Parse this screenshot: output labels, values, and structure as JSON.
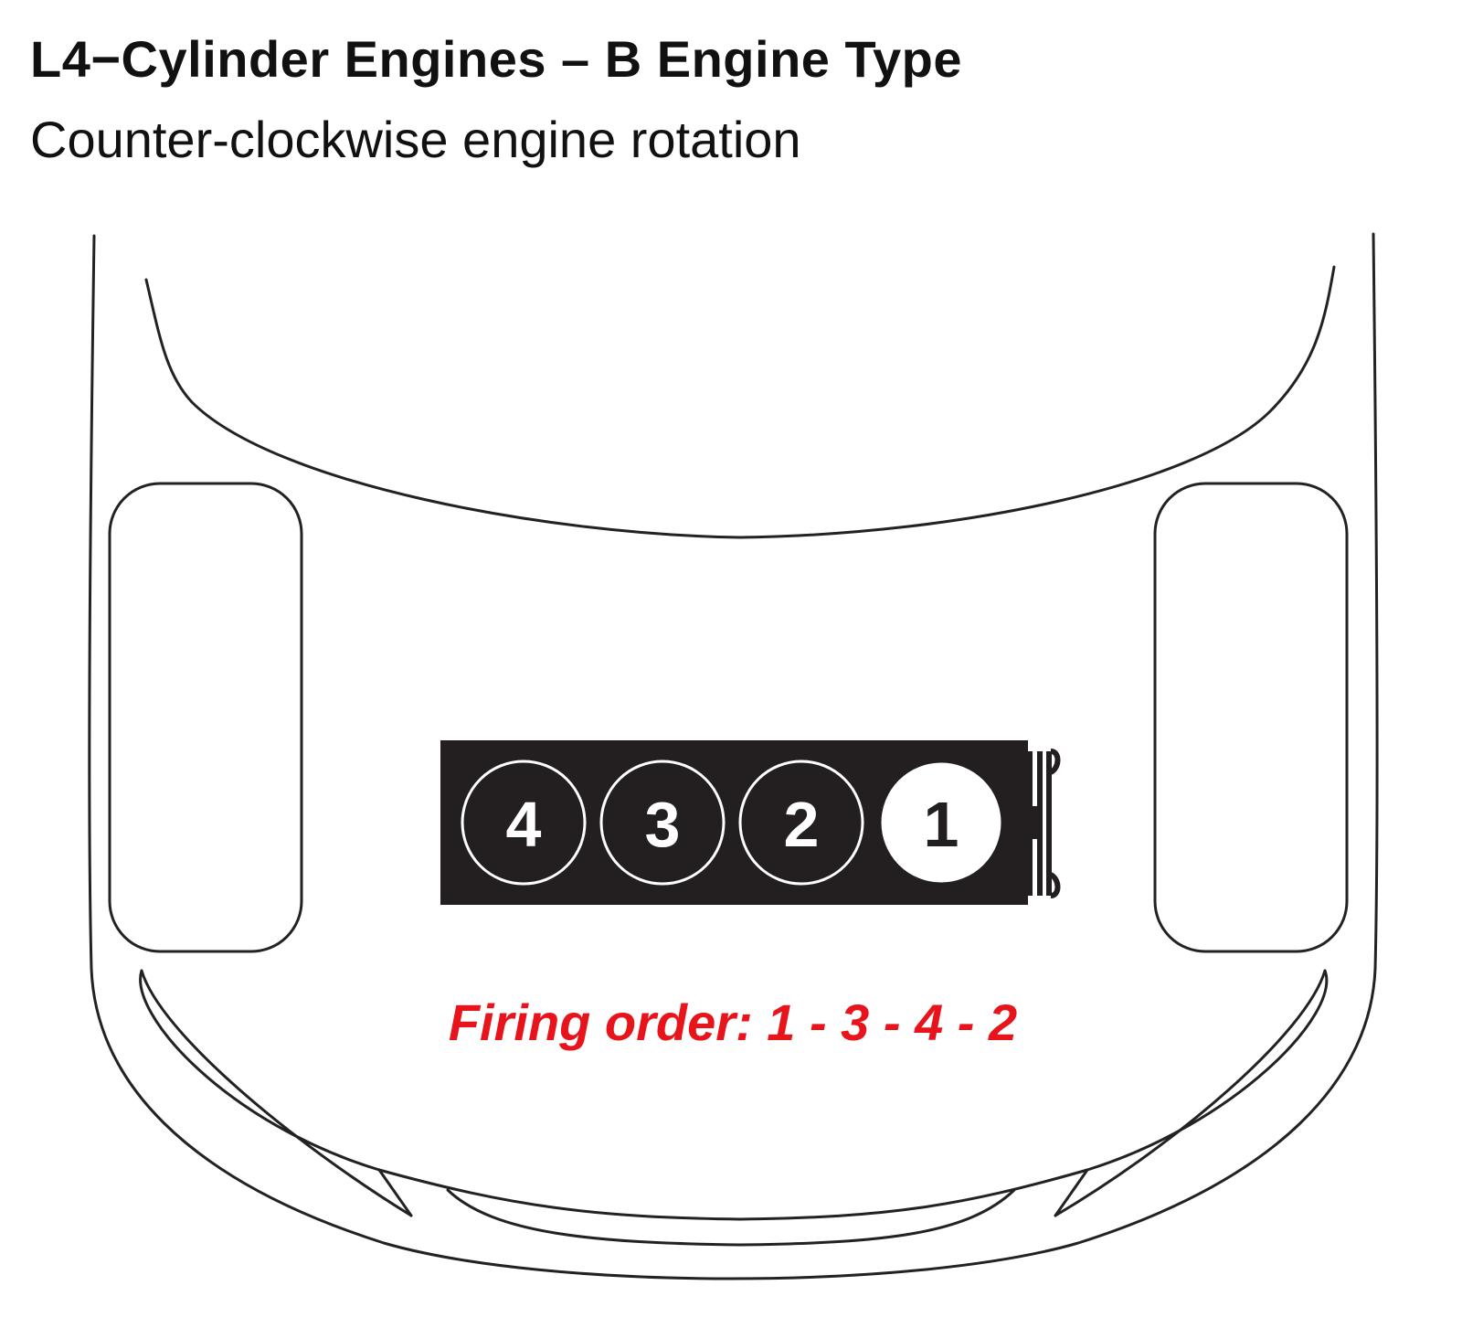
{
  "title": "L4−Cylinder Engines – B Engine Type",
  "subtitle": "Counter-clockwise engine rotation",
  "engine": {
    "cylinders": [
      {
        "label": "4",
        "highlighted": false
      },
      {
        "label": "3",
        "highlighted": false
      },
      {
        "label": "2",
        "highlighted": false
      },
      {
        "label": "1",
        "highlighted": true
      }
    ]
  },
  "firing_order": {
    "text": "Firing order: 1 - 3 - 4 - 2"
  },
  "colors": {
    "text": "#111111",
    "outline": "#222222",
    "engine_block": "#231f20",
    "cylinder_fill": "#231f20",
    "cylinder_highlight_fill": "#ffffff",
    "firing_order": "#e8141c"
  }
}
